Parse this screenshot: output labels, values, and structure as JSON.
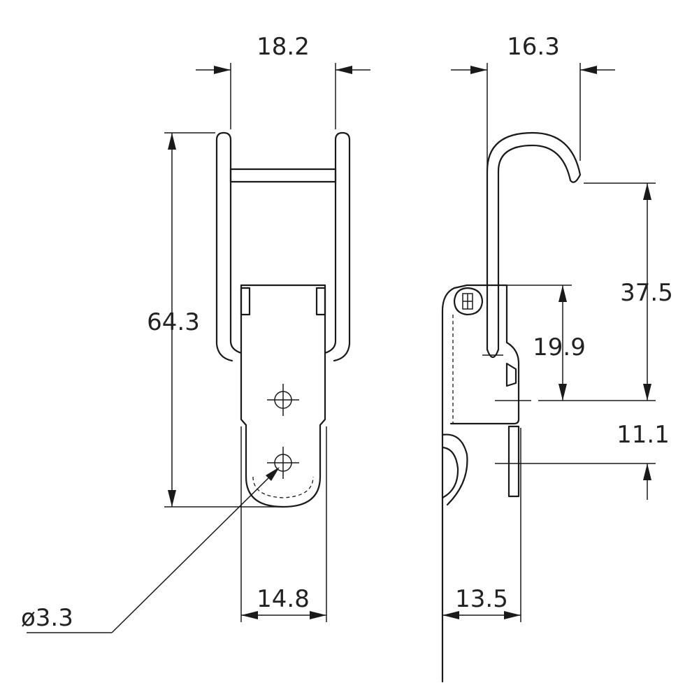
{
  "dimensions": {
    "front_top_width": "18.2",
    "side_top_width": "16.3",
    "front_height": "64.3",
    "side_upper_height": "37.5",
    "side_pivot_height": "19.9",
    "side_lower_offset": "11.1",
    "front_base_width": "14.8",
    "side_base_width": "13.5",
    "hole_diameter": "ø3.3"
  },
  "colors": {
    "line": "#1a1a1a",
    "text": "#222222",
    "background": "#ffffff"
  }
}
